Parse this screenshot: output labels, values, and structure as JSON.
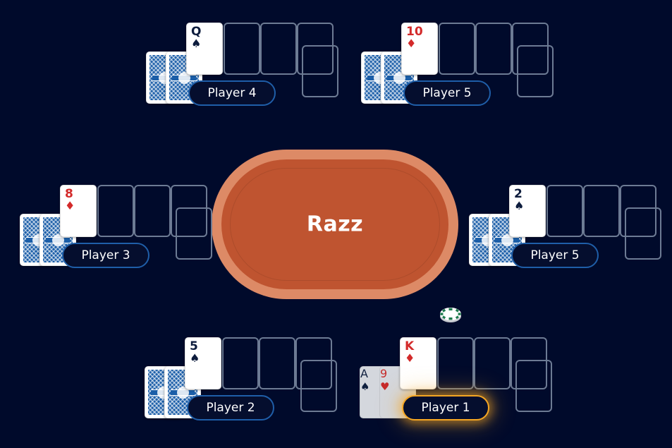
{
  "app": {
    "title": "Razz",
    "background_color": "#000a2b",
    "table_color": "#bf5430",
    "table_rim_color": "#dd8a66",
    "badge_border_color": "#1f5ea8",
    "active_badge_color": "#f5a623"
  },
  "table": {
    "name": "Razz"
  },
  "dealer_chip": {
    "icon": "poker-chip-icon",
    "color": "#ffffff",
    "accent": "#1e7a4d"
  },
  "seats": [
    {
      "id": "player-4",
      "label": "Player 4",
      "active": false,
      "hole_cards": [
        {
          "type": "back"
        },
        {
          "type": "back"
        }
      ],
      "up_cards": [
        {
          "type": "face",
          "rank": "Q",
          "suit": "♠",
          "color": "black"
        }
      ],
      "empty_slots": 3,
      "offset_slot": true
    },
    {
      "id": "player-5-top",
      "label": "Player 5",
      "active": false,
      "hole_cards": [
        {
          "type": "back"
        },
        {
          "type": "back"
        }
      ],
      "up_cards": [
        {
          "type": "face",
          "rank": "10",
          "suit": "♦",
          "color": "red"
        }
      ],
      "empty_slots": 3,
      "offset_slot": true
    },
    {
      "id": "player-3",
      "label": "Player 3",
      "active": false,
      "hole_cards": [
        {
          "type": "back"
        },
        {
          "type": "back"
        }
      ],
      "up_cards": [
        {
          "type": "face",
          "rank": "8",
          "suit": "♦",
          "color": "red"
        }
      ],
      "empty_slots": 3,
      "offset_slot": true
    },
    {
      "id": "player-5-right",
      "label": "Player 5",
      "active": false,
      "hole_cards": [
        {
          "type": "back"
        },
        {
          "type": "back"
        }
      ],
      "up_cards": [
        {
          "type": "face",
          "rank": "2",
          "suit": "♠",
          "color": "black"
        }
      ],
      "empty_slots": 3,
      "offset_slot": true
    },
    {
      "id": "player-2",
      "label": "Player 2",
      "active": false,
      "hole_cards": [
        {
          "type": "back"
        },
        {
          "type": "back"
        }
      ],
      "up_cards": [
        {
          "type": "face",
          "rank": "5",
          "suit": "♠",
          "color": "black"
        }
      ],
      "empty_slots": 3,
      "offset_slot": true
    },
    {
      "id": "player-1",
      "label": "Player 1",
      "active": true,
      "hole_cards": [
        {
          "type": "dim",
          "rank": "A",
          "suit": "♠",
          "color": "black"
        },
        {
          "type": "dim",
          "rank": "9",
          "suit": "♥",
          "color": "red"
        }
      ],
      "up_cards": [
        {
          "type": "face",
          "rank": "K",
          "suit": "♦",
          "color": "red"
        }
      ],
      "empty_slots": 3,
      "offset_slot": true
    }
  ]
}
